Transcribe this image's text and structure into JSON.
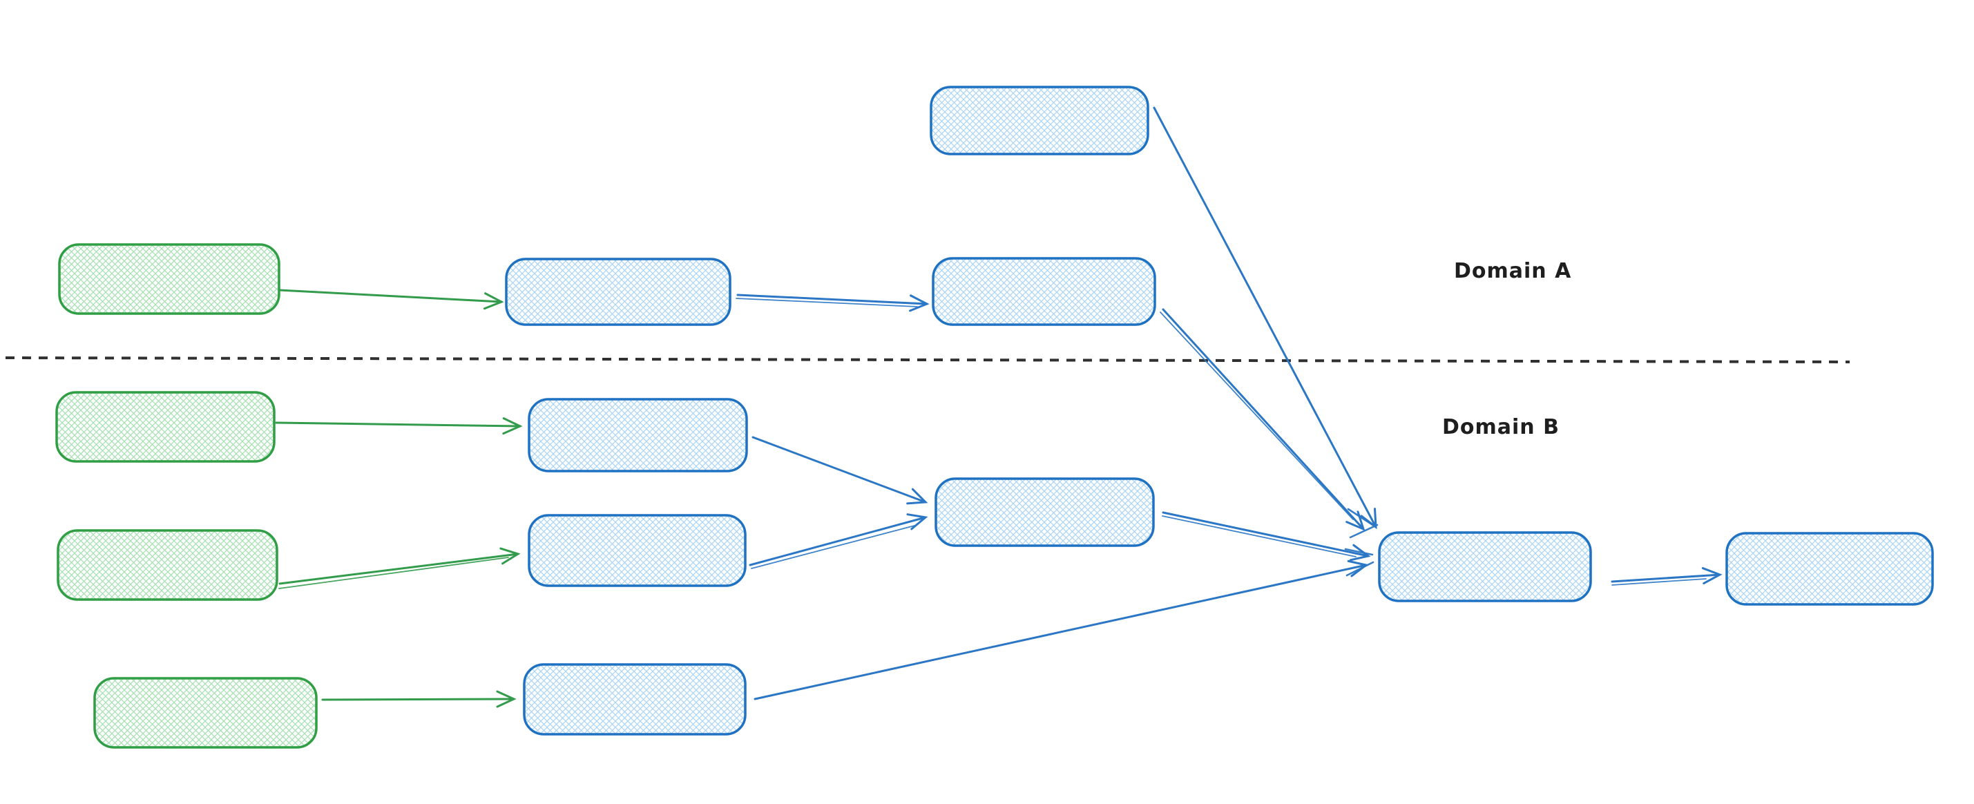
{
  "diagram": {
    "region_labels": {
      "domain_a": "Domain A",
      "domain_b": "Domain B"
    },
    "colors": {
      "background": "#ffffff",
      "green_stroke": "#2f9e44",
      "green_hatch": "#a3e0b0",
      "blue_stroke": "#1f72c2",
      "blue_hatch": "#a8d4f5",
      "arrow_green": "#339b4c",
      "arrow_blue": "#2b77c5",
      "divider": "#303030",
      "label_text": "#1e1e1e"
    },
    "nodes": [
      {
        "id": "domain-a-source",
        "domain": "A",
        "style": "green-hatched-box"
      },
      {
        "id": "domain-a-step-1",
        "domain": "A",
        "style": "blue-hatched-box"
      },
      {
        "id": "domain-a-step-2",
        "domain": "A",
        "style": "blue-hatched-box"
      },
      {
        "id": "domain-a-top",
        "domain": "A",
        "style": "blue-hatched-box"
      },
      {
        "id": "domain-b-source-1",
        "domain": "B",
        "style": "green-hatched-box"
      },
      {
        "id": "domain-b-step-1",
        "domain": "B",
        "style": "blue-hatched-box"
      },
      {
        "id": "domain-b-source-2",
        "domain": "B",
        "style": "green-hatched-box"
      },
      {
        "id": "domain-b-step-2",
        "domain": "B",
        "style": "blue-hatched-box"
      },
      {
        "id": "domain-b-merge",
        "domain": "B",
        "style": "blue-hatched-box"
      },
      {
        "id": "domain-b-source-3",
        "domain": "B",
        "style": "green-hatched-box"
      },
      {
        "id": "domain-b-step-3",
        "domain": "B",
        "style": "blue-hatched-box"
      },
      {
        "id": "hub",
        "domain": "B",
        "style": "blue-hatched-box"
      },
      {
        "id": "output",
        "domain": "B",
        "style": "blue-hatched-box"
      }
    ],
    "edges": [
      {
        "from": "domain-a-source",
        "to": "domain-a-step-1",
        "color": "green"
      },
      {
        "from": "domain-a-step-1",
        "to": "domain-a-step-2",
        "color": "blue"
      },
      {
        "from": "domain-a-top",
        "to": "hub",
        "color": "blue"
      },
      {
        "from": "domain-a-step-2",
        "to": "hub",
        "color": "blue"
      },
      {
        "from": "domain-b-source-1",
        "to": "domain-b-step-1",
        "color": "green"
      },
      {
        "from": "domain-b-source-2",
        "to": "domain-b-step-2",
        "color": "green"
      },
      {
        "from": "domain-b-source-3",
        "to": "domain-b-step-3",
        "color": "green"
      },
      {
        "from": "domain-b-step-1",
        "to": "domain-b-merge",
        "color": "blue"
      },
      {
        "from": "domain-b-step-2",
        "to": "domain-b-merge",
        "color": "blue"
      },
      {
        "from": "domain-b-merge",
        "to": "hub",
        "color": "blue"
      },
      {
        "from": "domain-b-step-3",
        "to": "hub",
        "color": "blue"
      },
      {
        "from": "hub",
        "to": "output",
        "color": "blue"
      }
    ]
  }
}
